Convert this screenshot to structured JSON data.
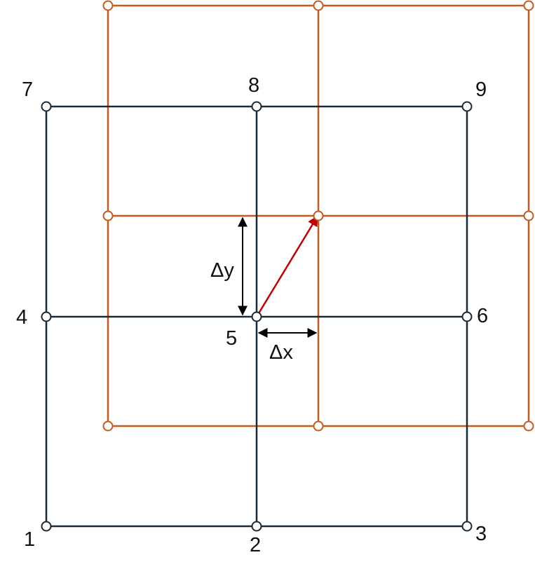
{
  "diagram": {
    "original_grid": {
      "color": "#1a2a36",
      "nodes": [
        {
          "id": "1",
          "label": "1"
        },
        {
          "id": "2",
          "label": "2"
        },
        {
          "id": "3",
          "label": "3"
        },
        {
          "id": "4",
          "label": "4"
        },
        {
          "id": "5",
          "label": "5"
        },
        {
          "id": "6",
          "label": "6"
        },
        {
          "id": "7",
          "label": "7"
        },
        {
          "id": "8",
          "label": "8"
        },
        {
          "id": "9",
          "label": "9"
        }
      ]
    },
    "shifted_grid": {
      "color": "#c55a1e"
    },
    "displacement_arrow": {
      "color": "#c00000"
    },
    "dimensions": {
      "color": "#000000",
      "dy_label": "Δy",
      "dx_label": "Δx"
    }
  }
}
